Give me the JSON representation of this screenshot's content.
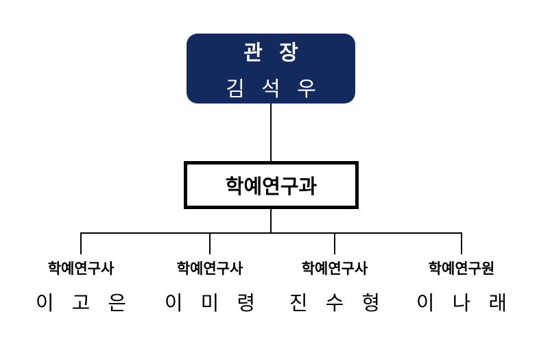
{
  "org_chart": {
    "director": {
      "title": "관 장",
      "name": "김 석 우"
    },
    "department": {
      "label": "학예연구과"
    },
    "staff": [
      {
        "title": "학예연구사",
        "name": "이 고 은"
      },
      {
        "title": "학예연구사",
        "name": "이 미 령"
      },
      {
        "title": "학예연구사",
        "name": "진 수 형"
      },
      {
        "title": "학예연구원",
        "name": "이 나 래"
      }
    ],
    "colors": {
      "director_box": "#122A5E",
      "director_text": "#FFFFFF",
      "line": "#000000",
      "department_border": "#000000"
    }
  }
}
